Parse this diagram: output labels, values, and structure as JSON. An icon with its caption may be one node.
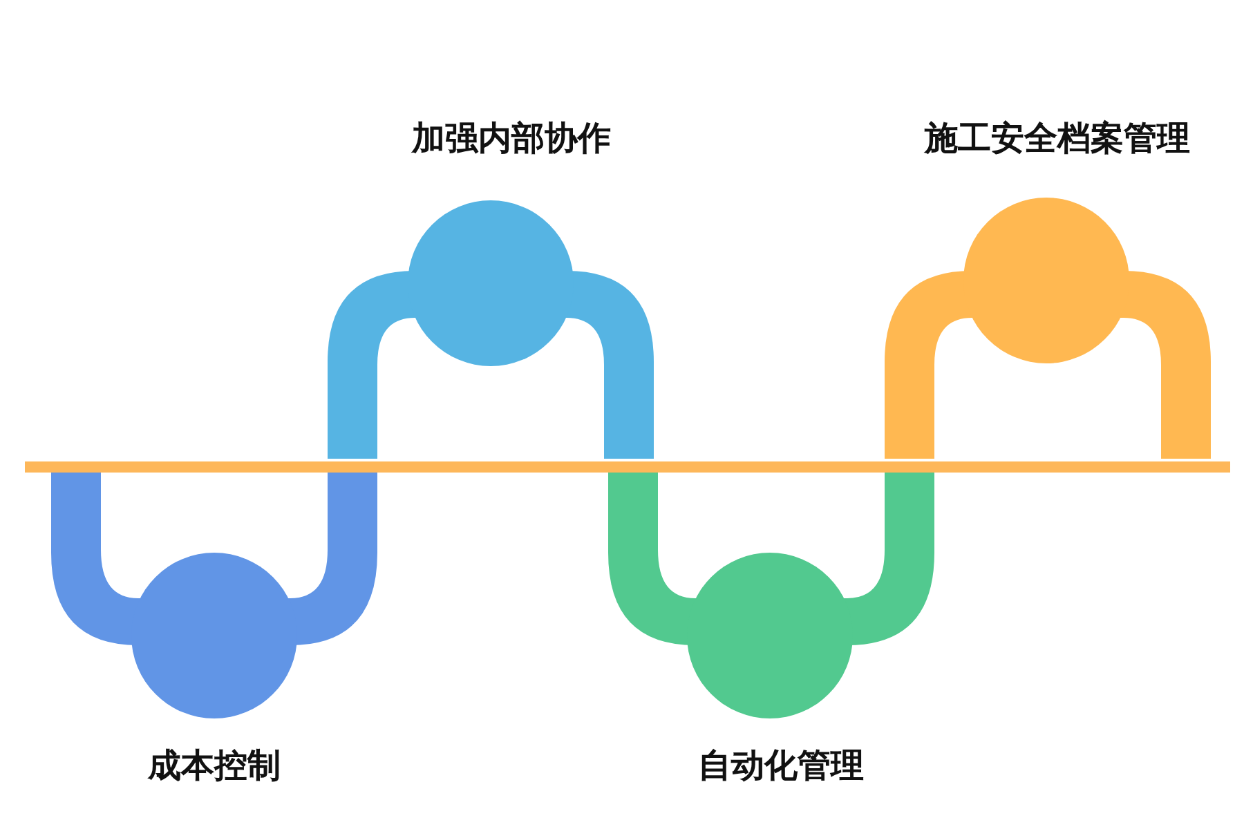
{
  "diagram": {
    "nodes": [
      {
        "text": [
          "成本控制"
        ]
      },
      {
        "text": [
          "加强内部协作"
        ]
      },
      {
        "text": [
          "自动化管理"
        ]
      },
      {
        "text": [
          "施工安全档案管理"
        ]
      }
    ]
  }
}
